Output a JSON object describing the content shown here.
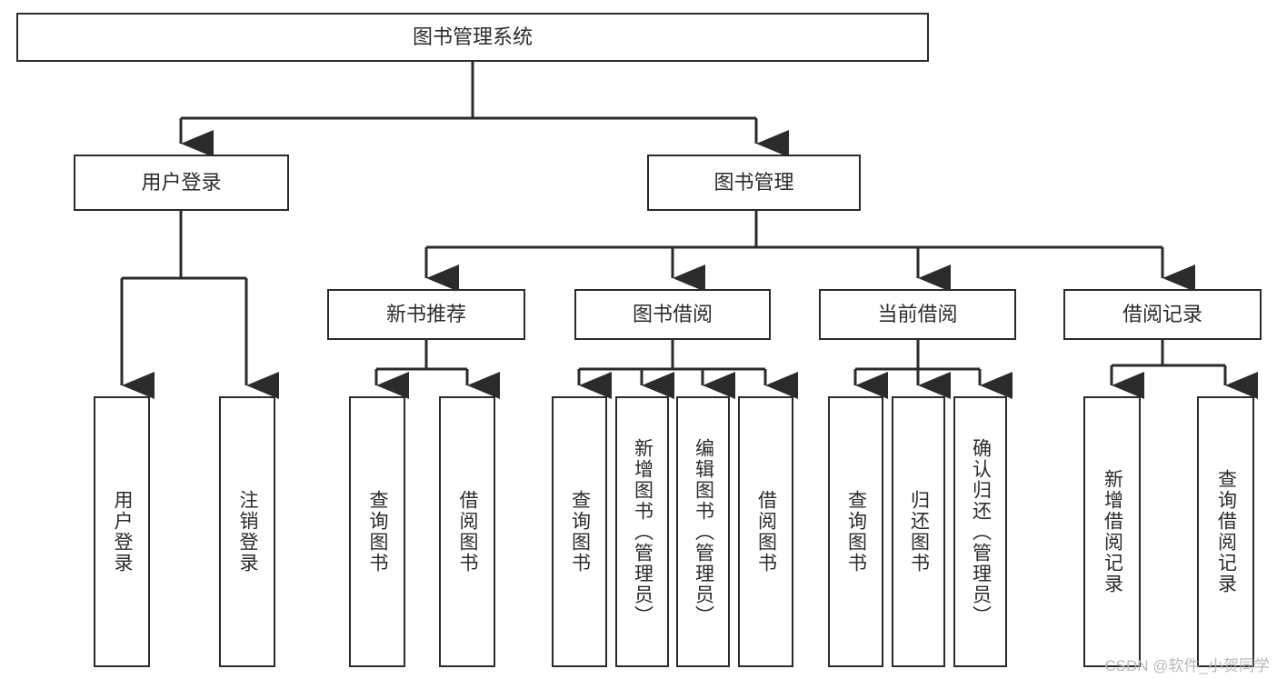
{
  "diagram": {
    "type": "tree-hierarchy-chart",
    "title": "图书管理系统",
    "orientation": "top-down",
    "box_border_color": "#2b2b2b",
    "box_fill_color": "#ffffff",
    "text_color": "#2b2b2b",
    "connector_color": "#2b2b2b",
    "background_color": "#ffffff"
  },
  "root": {
    "label": "图书管理系统"
  },
  "level2": [
    {
      "label": "用户登录"
    },
    {
      "label": "图书管理"
    }
  ],
  "level3": [
    {
      "label": "新书推荐"
    },
    {
      "label": "图书借阅"
    },
    {
      "label": "当前借阅"
    },
    {
      "label": "借阅记录"
    }
  ],
  "leaves": {
    "user_login": [
      {
        "label": "用户登录"
      },
      {
        "label": "注销登录"
      }
    ],
    "new_book_recommend": [
      {
        "label": "查询图书"
      },
      {
        "label": "借阅图书"
      }
    ],
    "book_borrow": [
      {
        "label": "查询图书"
      },
      {
        "label": "新增图书（管理员）"
      },
      {
        "label": "编辑图书（管理员）"
      },
      {
        "label": "借阅图书"
      }
    ],
    "current_borrow": [
      {
        "label": "查询图书"
      },
      {
        "label": "归还图书"
      },
      {
        "label": "确认归还（管理员）"
      }
    ],
    "borrow_record": [
      {
        "label": "新增借阅记录"
      },
      {
        "label": "查询借阅记录"
      }
    ]
  },
  "watermark": {
    "text": "CSDN @软件_小贺同学"
  }
}
